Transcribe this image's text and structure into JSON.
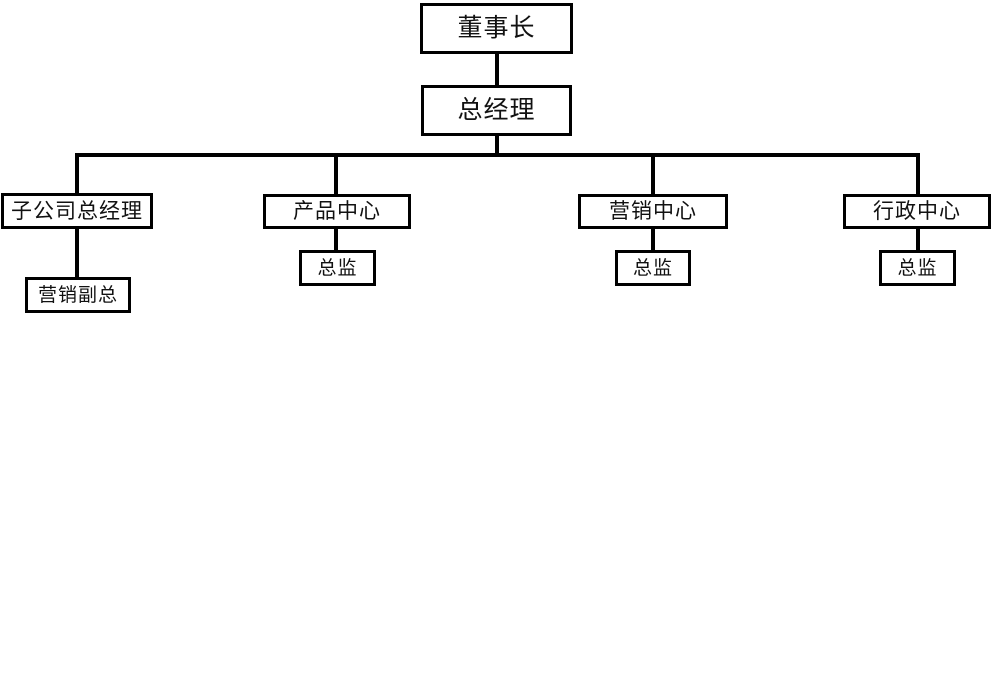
{
  "chart": {
    "type": "org-chart",
    "title": "",
    "background_color": "#ffffff",
    "line_color": "#000000",
    "box_border_color": "#000000",
    "box_fill_color": "#ffffff",
    "nodes": {
      "chairman": {
        "label": "董事长",
        "level": 1
      },
      "general_manager": {
        "label": "总经理",
        "level": 2
      },
      "subsidiary_gm": {
        "label": "子公司总经理",
        "level": 3
      },
      "product_center": {
        "label": "产品中心",
        "level": 3
      },
      "marketing_center": {
        "label": "营销中心",
        "level": 3
      },
      "admin_center": {
        "label": "行政中心",
        "level": 3
      },
      "sales_vp": {
        "label": "营销副总",
        "level": 4
      },
      "director_product": {
        "label": "总监",
        "level": 4
      },
      "director_marketing": {
        "label": "总监",
        "level": 4
      },
      "director_admin": {
        "label": "总监",
        "level": 4
      }
    },
    "edges": [
      {
        "from": "chairman",
        "to": "general_manager"
      },
      {
        "from": "general_manager",
        "to": "subsidiary_gm"
      },
      {
        "from": "general_manager",
        "to": "product_center"
      },
      {
        "from": "general_manager",
        "to": "marketing_center"
      },
      {
        "from": "general_manager",
        "to": "admin_center"
      },
      {
        "from": "subsidiary_gm",
        "to": "sales_vp"
      },
      {
        "from": "product_center",
        "to": "director_product"
      },
      {
        "from": "marketing_center",
        "to": "director_marketing"
      },
      {
        "from": "admin_center",
        "to": "director_admin"
      }
    ]
  }
}
